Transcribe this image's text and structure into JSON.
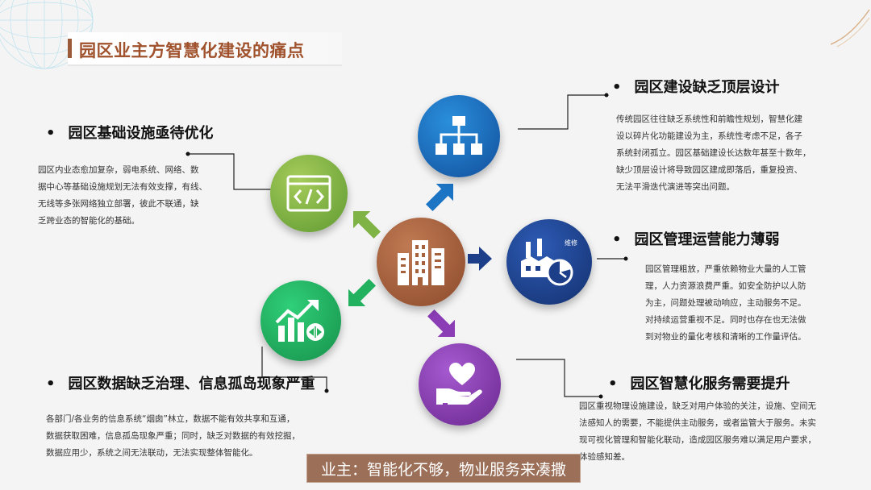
{
  "title": "园区业主方智慧化建设的痛点",
  "sections": {
    "infrastructure": {
      "bullet": "•",
      "heading": "园区基础设施亟待优化",
      "lines": [
        "园区内业态愈加复杂，弱电系统、网络、数",
        "据中心等基础设施规划无法有效支撑，有线、",
        "无线等多张网络独立部署，彼此不联通，缺",
        "乏跨业态的智能化的基础。"
      ]
    },
    "design": {
      "bullet": "•",
      "heading": "园区建设缺乏顶层设计",
      "lines": [
        "传统园区往往缺乏系统性和前瞻性规划，智慧化建",
        "设以碎片化功能建设为主，系统性考虑不足，各子",
        "系统封闭孤立。园区基础建设长达数年甚至十数年，",
        "缺少顶层设计将导致园区建成即落后，重复投资、",
        "无法平滑迭代演进等突出问题。"
      ]
    },
    "operations": {
      "bullet": "•",
      "heading": "园区管理运营能力薄弱",
      "lines": [
        "园区管理粗放，严重依赖物业大量的人工管",
        "理，人力资源浪费严重。如安全防护以人防",
        "为主，问题处理被动响应，主动服务不足。",
        "对持续运营重视不足。同时也存在也无法做",
        "到对物业的量化考核和清晰的工作量评估。"
      ]
    },
    "data": {
      "bullet": "•",
      "heading": "园区数据缺乏治理、信息孤岛现象严重",
      "lines": [
        "各部门/各业务的信息系统“烟囱”林立，数据不能有效共享和互通，",
        "数据获取困难，信息孤岛现象严重；同时，缺乏对数据的有效挖掘，",
        "数据应用少，系统之间无法联动，无法实现整体智能化。"
      ]
    },
    "service": {
      "bullet": "•",
      "heading": "园区智慧化服务需要提升",
      "lines": [
        "园区重视物理设施建设，缺乏对用户体验的关注，设施、空间无",
        "法感知人的需要，不能提供主动服务，或者监管大于服务。未实",
        "现可视化管理和智能化联动，造成园区服务难以满足用户要求，",
        "体验感知差。"
      ]
    }
  },
  "icons": {
    "center": "buildings-icon",
    "infrastructure": "code-window-icon",
    "design": "org-chart-icon",
    "operations": "factory-clock-icon",
    "data": "growth-chart-icon",
    "service": "heart-hand-icon"
  },
  "badge": "维修",
  "banner": "业主：智能化不够，物业服务来凑撒",
  "colors": {
    "title": "#a0522d",
    "banner_bg": "#9b6f58",
    "center": "#a5603c",
    "infrastructure": "#7fb346",
    "design": "#1c74c4",
    "operations": "#1d3f8a",
    "data": "#22b15f",
    "service": "#8a3db5"
  }
}
